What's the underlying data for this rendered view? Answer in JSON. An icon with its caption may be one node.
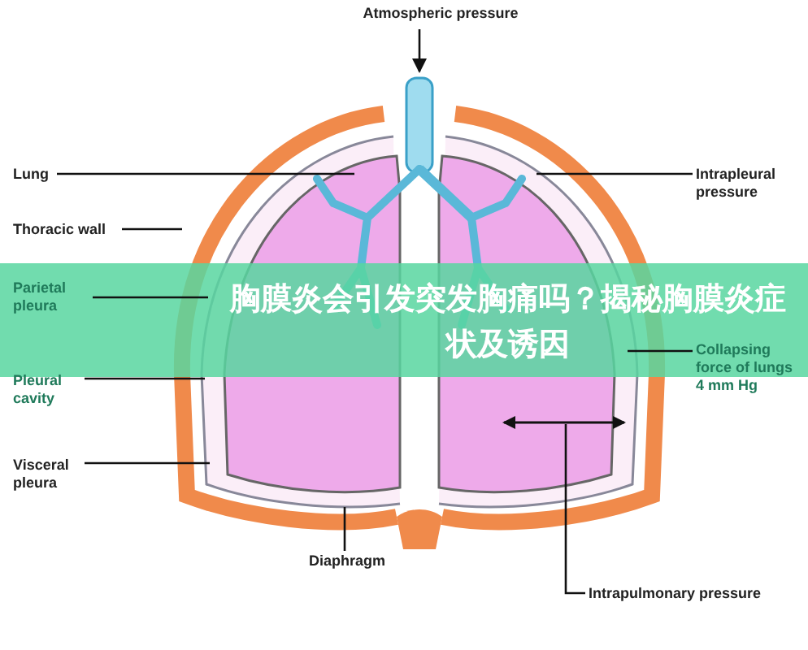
{
  "diagram": {
    "title": "胸膜炎会引发突发胸痛吗？揭秘胸膜炎症状及诱因",
    "nodes": [
      {
        "text": [
          "Atmospheric pressure"
        ]
      },
      {
        "text": [
          "Lung"
        ]
      },
      {
        "text": [
          "Thoracic wall"
        ]
      },
      {
        "text": [
          "Parietal pleura"
        ]
      },
      {
        "text": [
          "Pleural cavity"
        ]
      },
      {
        "text": [
          "Visceral pleura"
        ]
      },
      {
        "text": [
          "Diaphragm"
        ]
      },
      {
        "text": [
          "Intrapleural pressure"
        ]
      },
      {
        "text": [
          "Collapsing force of lungs 4 mm Hg"
        ]
      },
      {
        "text": [
          "Intrapulmonary pressure"
        ]
      }
    ],
    "edges": [
      {
        "from": 0,
        "to": null,
        "arrow": "to"
      },
      {
        "from": 1,
        "to": null,
        "arrow": "none"
      },
      {
        "from": 2,
        "to": null,
        "arrow": "none"
      },
      {
        "from": 3,
        "to": null,
        "arrow": "none"
      },
      {
        "from": 4,
        "to": null,
        "arrow": "none"
      },
      {
        "from": 5,
        "to": null,
        "arrow": "none"
      },
      {
        "from": 6,
        "to": null,
        "arrow": "none"
      },
      {
        "from": 7,
        "to": null,
        "arrow": "none"
      },
      {
        "from": 8,
        "to": null,
        "arrow": "none"
      },
      {
        "from": 9,
        "to": null,
        "arrow": "none"
      }
    ]
  }
}
